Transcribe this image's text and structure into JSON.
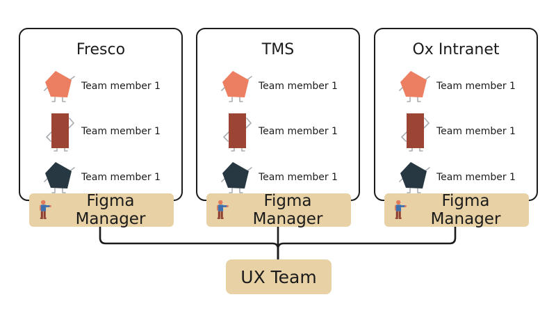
{
  "colors": {
    "line": "#1b1b1b",
    "cardbg": "#ffffff",
    "cardborder": "#1b1b1b",
    "beige": "#e7d1a5",
    "text": "#1b1b1b",
    "salmon": "#ec7f62",
    "darkred": "#9c4534",
    "navy": "#273842",
    "limb": "#a8adb2",
    "skin": "#e0795a",
    "shirt": "#3e6fad",
    "pants": "#8d3c2f"
  },
  "teams": [
    {
      "title": "Fresco",
      "members": [
        {
          "label": "Team member 1",
          "icon": "pentagon-character-icon",
          "color": "#ec7f62"
        },
        {
          "label": "Team member 1",
          "icon": "rectangle-character-icon",
          "color": "#9c4534"
        },
        {
          "label": "Team member 1",
          "icon": "pentagon-character-icon",
          "color": "#273842"
        }
      ],
      "manager": {
        "label": "Figma Manager",
        "icon": "manager-person-icon"
      }
    },
    {
      "title": "TMS",
      "members": [
        {
          "label": "Team member 1",
          "icon": "pentagon-character-icon",
          "color": "#ec7f62"
        },
        {
          "label": "Team member 1",
          "icon": "rectangle-character-icon",
          "color": "#9c4534"
        },
        {
          "label": "Team member 1",
          "icon": "pentagon-character-icon",
          "color": "#273842"
        }
      ],
      "manager": {
        "label": "Figma Manager",
        "icon": "manager-person-icon"
      }
    },
    {
      "title": "Ox Intranet",
      "members": [
        {
          "label": "Team member 1",
          "icon": "pentagon-character-icon",
          "color": "#ec7f62"
        },
        {
          "label": "Team member 1",
          "icon": "rectangle-character-icon",
          "color": "#9c4534"
        },
        {
          "label": "Team member 1",
          "icon": "pentagon-character-icon",
          "color": "#273842"
        }
      ],
      "manager": {
        "label": "Figma Manager",
        "icon": "manager-person-icon"
      }
    }
  ],
  "root": {
    "label": "UX Team"
  }
}
